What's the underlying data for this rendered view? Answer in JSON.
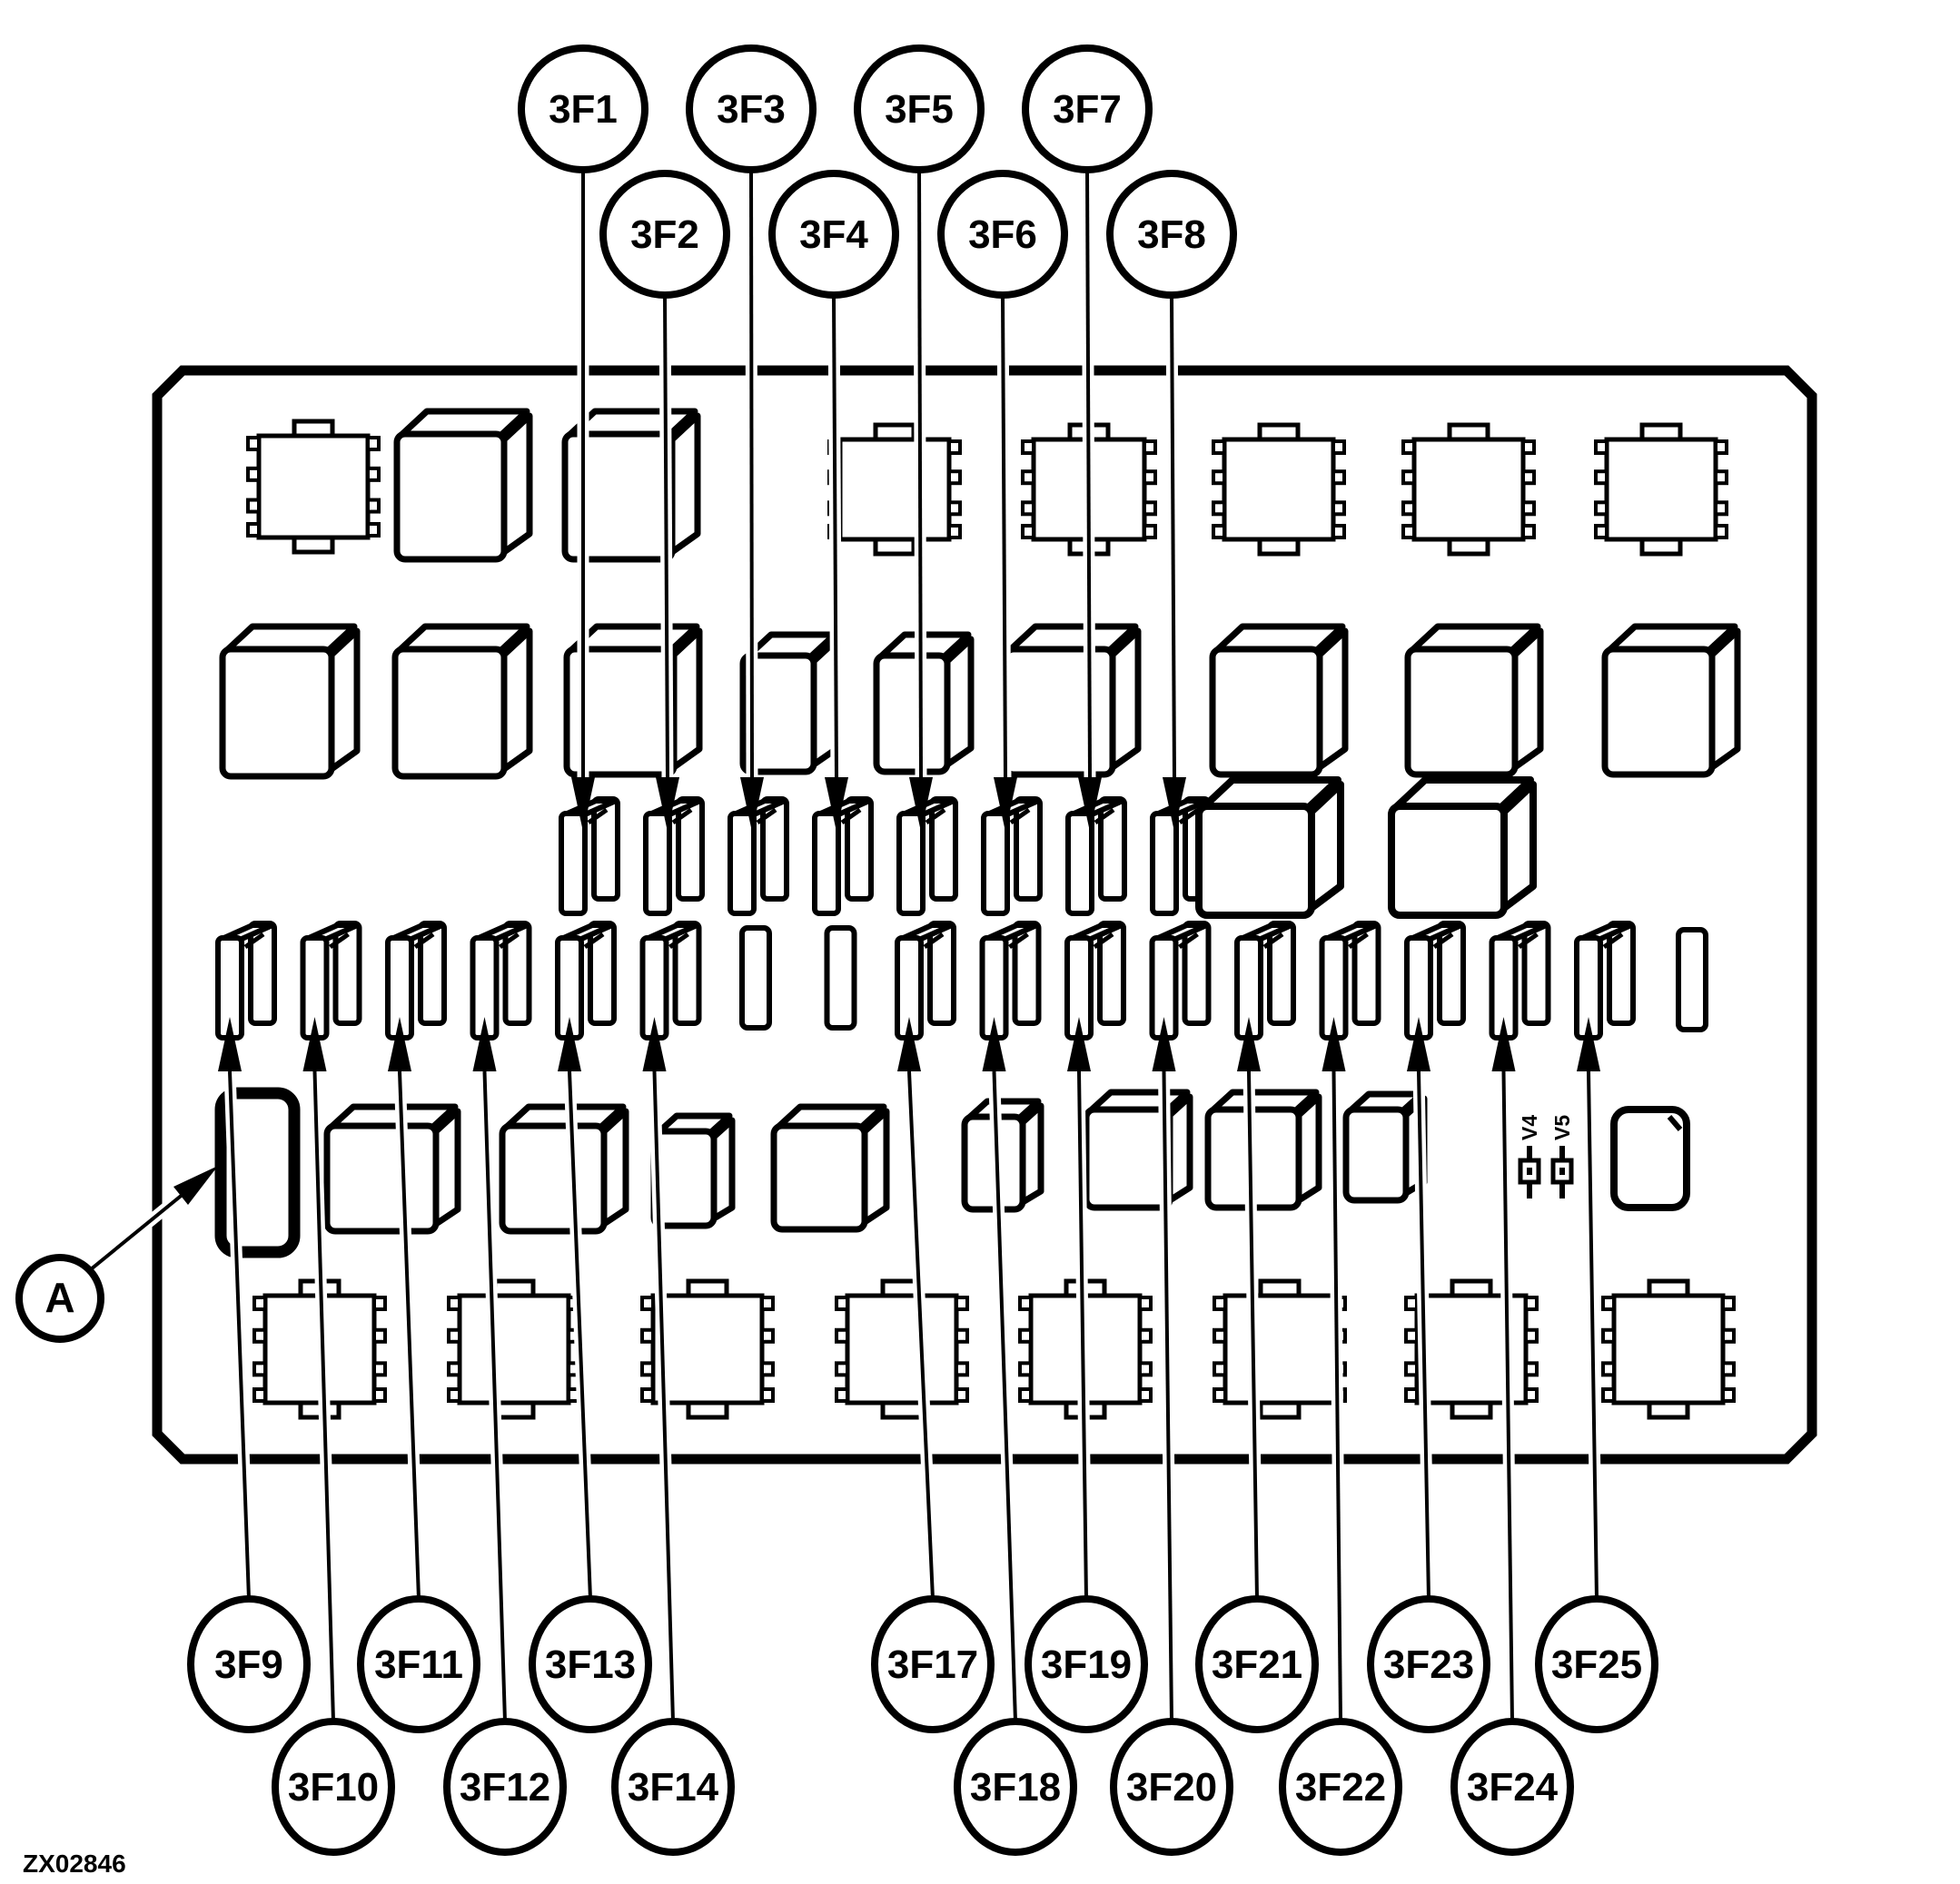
{
  "figure": {
    "code": "ZX02846",
    "background_color": "#ffffff",
    "line_color": "#000000"
  },
  "callouts": {
    "top": [
      {
        "label": "3F1"
      },
      {
        "label": "3F2"
      },
      {
        "label": "3F3"
      },
      {
        "label": "3F4"
      },
      {
        "label": "3F5"
      },
      {
        "label": "3F6"
      },
      {
        "label": "3F7"
      },
      {
        "label": "3F8"
      }
    ],
    "bottom": [
      {
        "label": "3F9"
      },
      {
        "label": "3F10"
      },
      {
        "label": "3F11"
      },
      {
        "label": "3F12"
      },
      {
        "label": "3F13"
      },
      {
        "label": "3F14"
      },
      {
        "label": "3F17"
      },
      {
        "label": "3F18"
      },
      {
        "label": "3F19"
      },
      {
        "label": "3F20"
      },
      {
        "label": "3F21"
      },
      {
        "label": "3F22"
      },
      {
        "label": "3F23"
      },
      {
        "label": "3F24"
      },
      {
        "label": "3F25"
      }
    ],
    "connector": {
      "label": "A"
    }
  },
  "component_labels": [
    {
      "label": "V4"
    },
    {
      "label": "V5"
    }
  ]
}
